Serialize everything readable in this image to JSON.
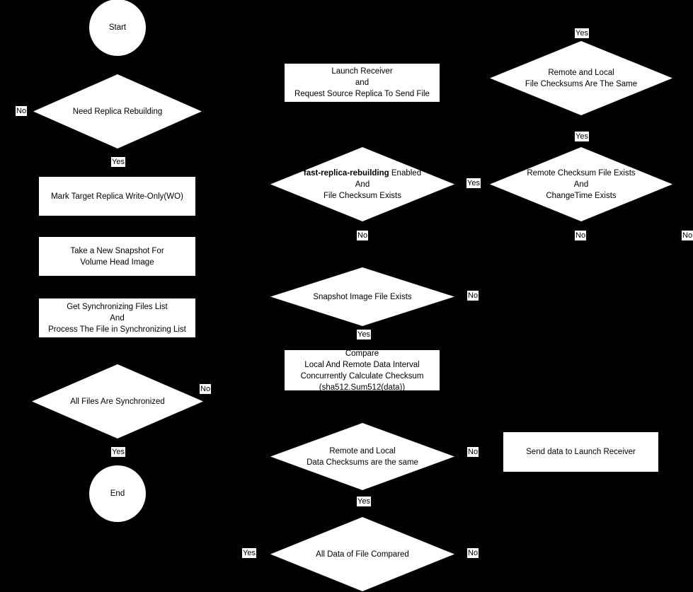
{
  "diagram": {
    "title": "Replica Rebuilding Flowchart",
    "background_color": "#000000",
    "shape_fill": "#ffffff",
    "shape_text_color": "#000000"
  },
  "nodes": {
    "start": {
      "label": "Start",
      "type": "terminator"
    },
    "need_replica_rebuilding": {
      "label": "Need Replica Rebuilding",
      "type": "decision"
    },
    "mark_target_replica": {
      "label": "Mark Target Replica Write-Only(WO)",
      "type": "process"
    },
    "take_new_snapshot": {
      "label": "Take a New Snapshot For\nVolume Head Image",
      "type": "process"
    },
    "get_sync_files_list": {
      "label": "Get Synchronizing Files List\nAnd\nProcess The File in Synchronizing List",
      "type": "process"
    },
    "all_files_synchronized": {
      "label": "All Files Are Synchronized",
      "type": "decision"
    },
    "end": {
      "label": "End",
      "type": "terminator"
    },
    "launch_receiver": {
      "label": "Launch Receiver\nand\nRequest Source Replica To Send File",
      "type": "process"
    },
    "fast_replica_rebuilding": {
      "label_bold": "fast-replica-rebuilding",
      "label_rest": " Enabled\nAnd\nFile Checksum Exists",
      "type": "decision"
    },
    "snapshot_image_file_exists": {
      "label": "Snapshot Image File Exists",
      "type": "decision"
    },
    "compare_data_interval": {
      "label": "Compare\nLocal And Remote Data Interval\nConcurrently Calculate Checksum\n(sha512.Sum512(data))",
      "type": "process"
    },
    "remote_local_data_checksums": {
      "label": "Remote and Local\nData Checksums are the same",
      "type": "decision"
    },
    "all_data_of_file_compared": {
      "label": "All Data of File Compared",
      "type": "decision"
    },
    "remote_local_file_checksums": {
      "label": "Remote and Local\nFile Checksums Are The Same",
      "type": "decision"
    },
    "remote_checksum_file_exists": {
      "label": "Remote Checksum File Exists\nAnd\nChangeTime Exists",
      "type": "decision"
    },
    "send_data_to_launch_receiver": {
      "label": "Send data to Launch Receiver",
      "type": "process"
    }
  },
  "edge_labels": {
    "need_replica_no": "No",
    "need_replica_yes": "Yes",
    "all_files_sync_no": "No",
    "all_files_sync_yes": "Yes",
    "fast_replica_yes": "Yes",
    "fast_replica_no": "No",
    "snapshot_exists_no": "No",
    "snapshot_exists_yes": "Yes",
    "data_checksums_no": "No",
    "data_checksums_yes": "Yes",
    "all_data_compared_yes": "Yes",
    "all_data_compared_no": "No",
    "file_checksums_top_yes": "Yes",
    "file_checksums_bottom_yes": "Yes",
    "remote_checksum_no": "No",
    "remote_checksum_far_no": "No"
  }
}
